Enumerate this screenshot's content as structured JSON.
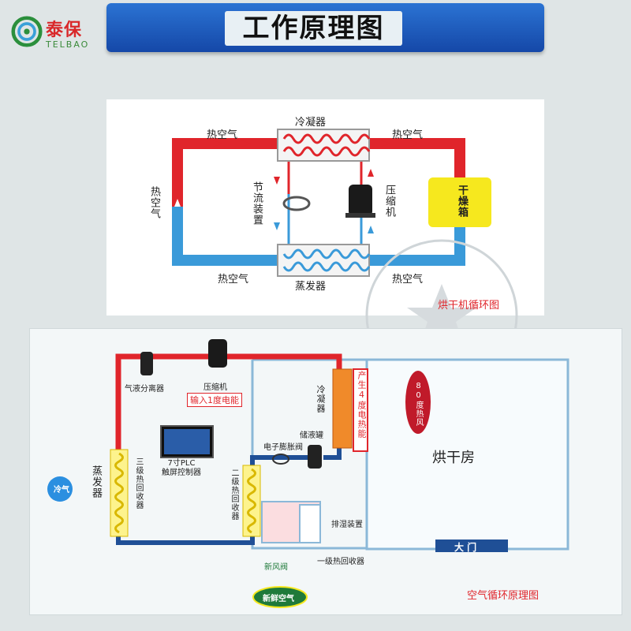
{
  "brand": {
    "name_cn": "泰保",
    "name_en": "TELBAO"
  },
  "title": "工作原理图",
  "dryer_cycle": {
    "caption": "烘干机循环图",
    "condenser": "冷凝器",
    "evaporator": "蒸发器",
    "throttle": "节流装置",
    "compressor": "压缩机",
    "dryer_box": "干燥箱",
    "hot_air": "热空气"
  },
  "air_cycle": {
    "caption": "空气循环原理图",
    "separator": "气液分离器",
    "compressor": "压缩机",
    "power_input": "输入1度电能",
    "plc": "7寸PLC\n触屏控制器",
    "evaporator": "蒸发器",
    "recovery3": "三级热回收器",
    "recovery2": "二级热回收器",
    "recovery1": "一级热回收器",
    "cold_air": "冷气",
    "condenser": "冷凝器",
    "produce_heat": "产生4度电热能",
    "tank": "储液罐",
    "exp_valve": "电子膨胀阀",
    "dehumid": "排湿装置",
    "fresh_valve": "新风阀",
    "fresh_air": "新鲜空气",
    "hot_wind_80": "80度热风",
    "drying_room": "烘干房",
    "door": "大 门"
  },
  "colors": {
    "hot": "#e0252b",
    "cold": "#3a9ad9",
    "pipe_dark": "#1f4f96",
    "yellow": "#f6e81e"
  }
}
